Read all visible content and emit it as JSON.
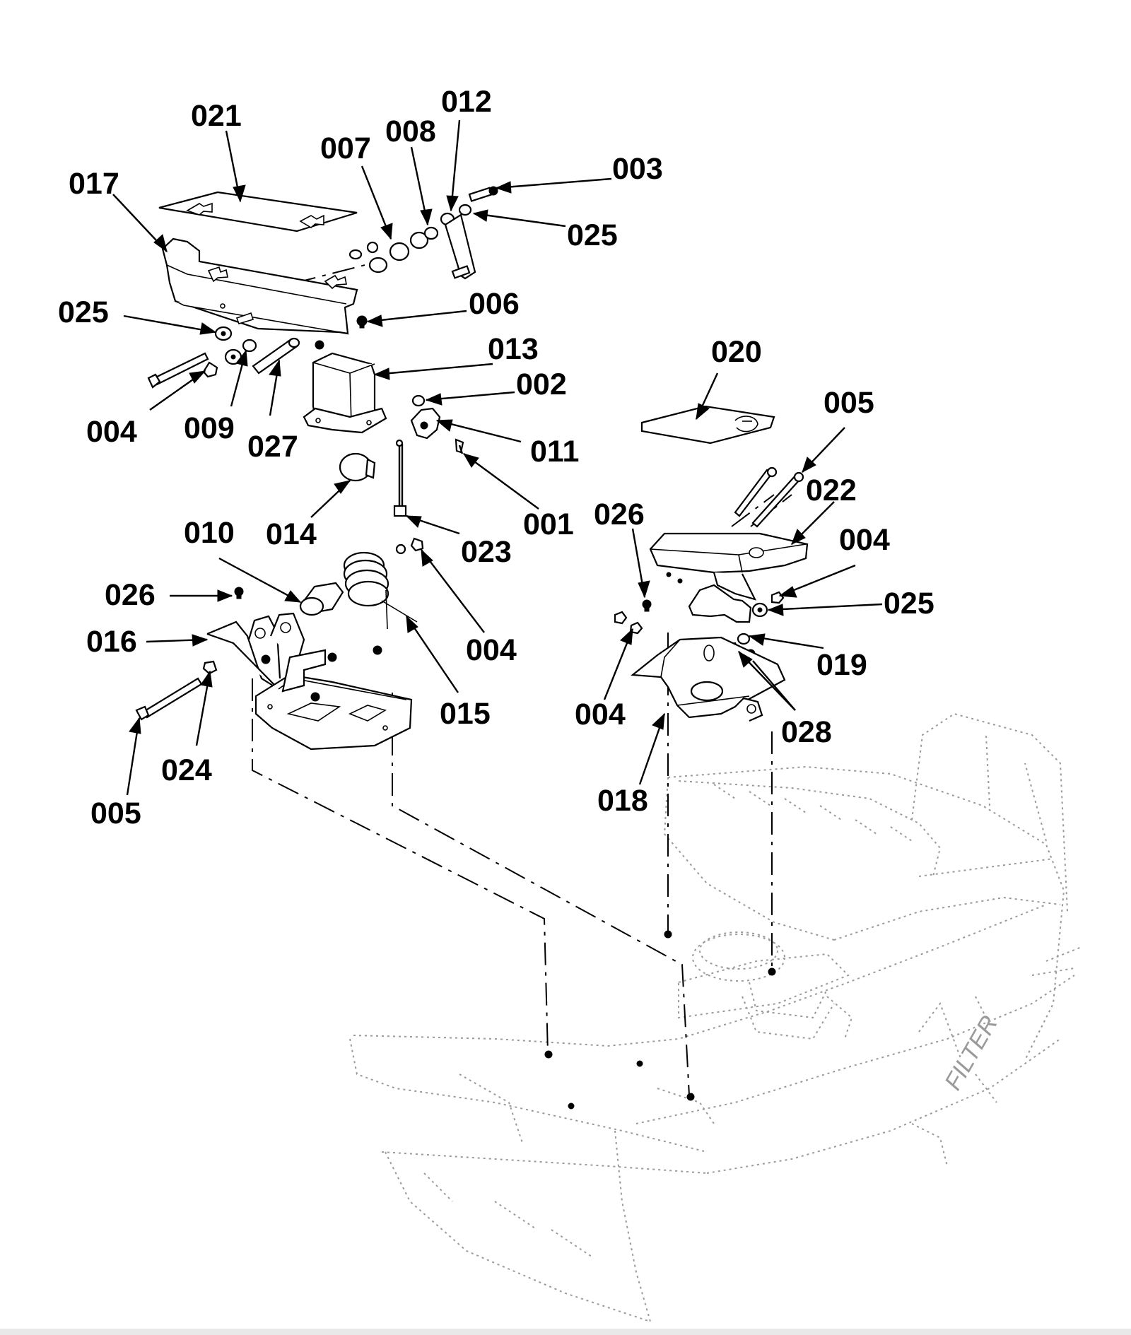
{
  "diagram": {
    "callouts": [
      {
        "id": "c-021",
        "label": "021"
      },
      {
        "id": "c-017",
        "label": "017"
      },
      {
        "id": "c-007",
        "label": "007"
      },
      {
        "id": "c-008",
        "label": "008"
      },
      {
        "id": "c-012",
        "label": "012"
      },
      {
        "id": "c-003",
        "label": "003"
      },
      {
        "id": "c-025a",
        "label": "025"
      },
      {
        "id": "c-025b",
        "label": "025"
      },
      {
        "id": "c-006",
        "label": "006"
      },
      {
        "id": "c-013",
        "label": "013"
      },
      {
        "id": "c-002",
        "label": "002"
      },
      {
        "id": "c-011",
        "label": "011"
      },
      {
        "id": "c-001",
        "label": "001"
      },
      {
        "id": "c-004a",
        "label": "004"
      },
      {
        "id": "c-009",
        "label": "009"
      },
      {
        "id": "c-027",
        "label": "027"
      },
      {
        "id": "c-014",
        "label": "014"
      },
      {
        "id": "c-023",
        "label": "023"
      },
      {
        "id": "c-010",
        "label": "010"
      },
      {
        "id": "c-026a",
        "label": "026"
      },
      {
        "id": "c-016",
        "label": "016"
      },
      {
        "id": "c-004b",
        "label": "004"
      },
      {
        "id": "c-015",
        "label": "015"
      },
      {
        "id": "c-024",
        "label": "024"
      },
      {
        "id": "c-005a",
        "label": "005"
      },
      {
        "id": "c-020",
        "label": "020"
      },
      {
        "id": "c-005b",
        "label": "005"
      },
      {
        "id": "c-022",
        "label": "022"
      },
      {
        "id": "c-026b",
        "label": "026"
      },
      {
        "id": "c-004c",
        "label": "004"
      },
      {
        "id": "c-025c",
        "label": "025"
      },
      {
        "id": "c-019",
        "label": "019"
      },
      {
        "id": "c-004d",
        "label": "004"
      },
      {
        "id": "c-028",
        "label": "028"
      },
      {
        "id": "c-018",
        "label": "018"
      }
    ],
    "mower_body_text": "FILTER"
  }
}
